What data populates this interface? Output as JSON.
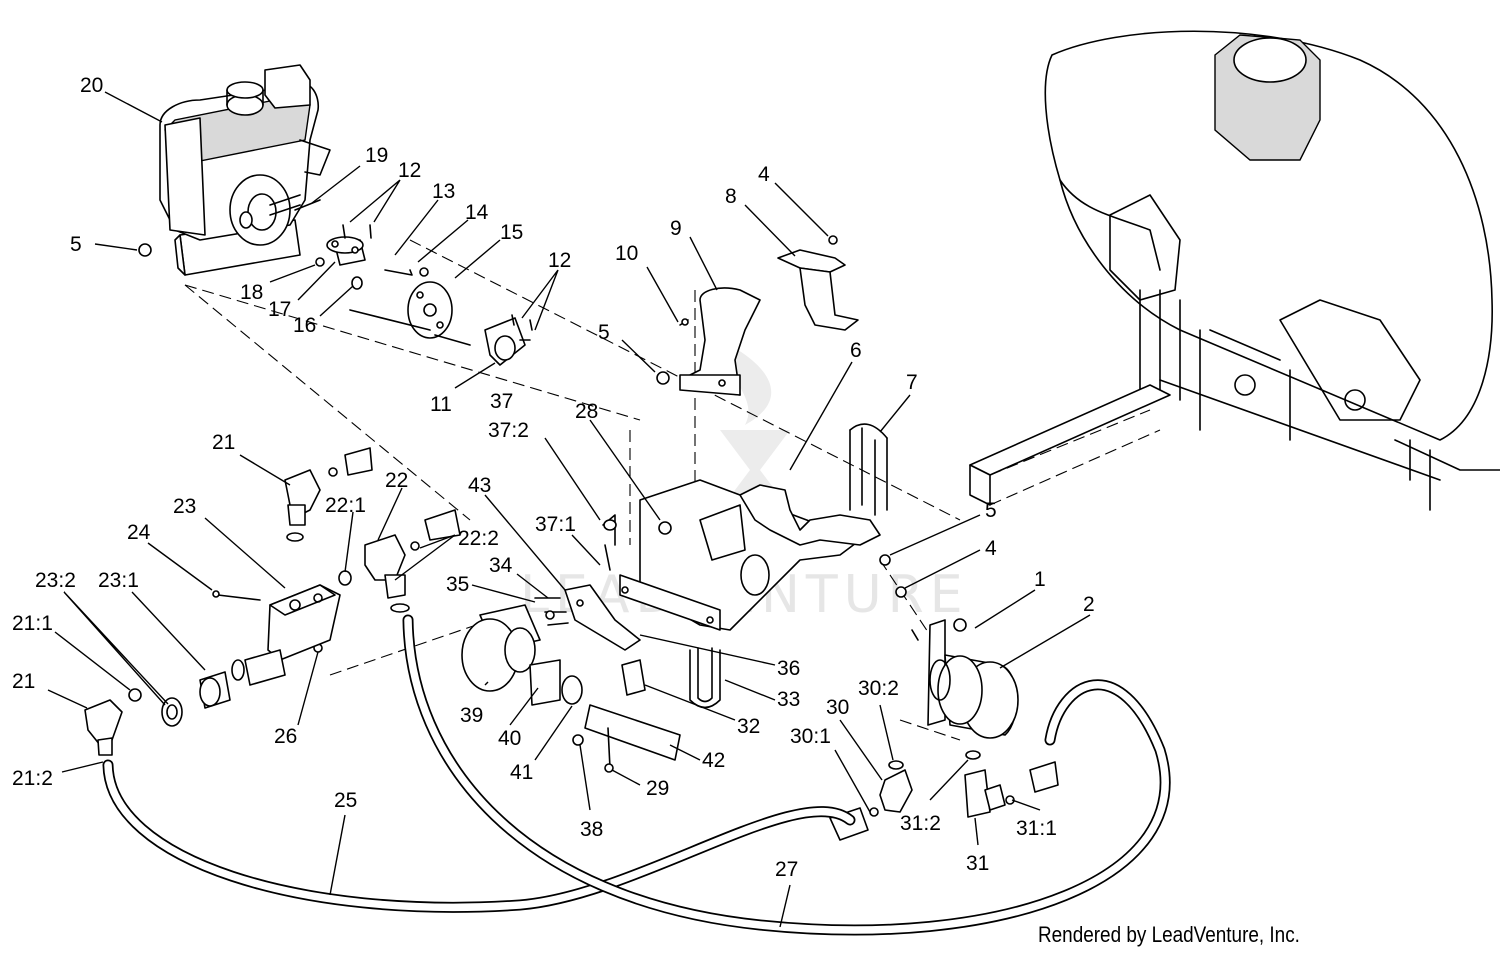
{
  "credit": "Rendered by LeadVenture, Inc.",
  "watermark": "LEADVENTURE",
  "callouts": [
    {
      "id": "20",
      "text": "20"
    },
    {
      "id": "19",
      "text": "19"
    },
    {
      "id": "12a",
      "text": "12"
    },
    {
      "id": "13",
      "text": "13"
    },
    {
      "id": "14",
      "text": "14"
    },
    {
      "id": "15",
      "text": "15"
    },
    {
      "id": "12b",
      "text": "12"
    },
    {
      "id": "5a",
      "text": "5"
    },
    {
      "id": "18",
      "text": "18"
    },
    {
      "id": "17",
      "text": "17"
    },
    {
      "id": "16",
      "text": "16"
    },
    {
      "id": "11",
      "text": "11"
    },
    {
      "id": "37",
      "text": "37"
    },
    {
      "id": "4a",
      "text": "4"
    },
    {
      "id": "8",
      "text": "8"
    },
    {
      "id": "9",
      "text": "9"
    },
    {
      "id": "10",
      "text": "10"
    },
    {
      "id": "5b",
      "text": "5"
    },
    {
      "id": "6",
      "text": "6"
    },
    {
      "id": "7",
      "text": "7"
    },
    {
      "id": "37-2",
      "text": "37:2"
    },
    {
      "id": "28",
      "text": "28"
    },
    {
      "id": "21a",
      "text": "21"
    },
    {
      "id": "22",
      "text": "22"
    },
    {
      "id": "43",
      "text": "43"
    },
    {
      "id": "22-1",
      "text": "22:1"
    },
    {
      "id": "23",
      "text": "23"
    },
    {
      "id": "37-1",
      "text": "37:1"
    },
    {
      "id": "22-2",
      "text": "22:2"
    },
    {
      "id": "24",
      "text": "24"
    },
    {
      "id": "5c",
      "text": "5"
    },
    {
      "id": "4b",
      "text": "4"
    },
    {
      "id": "34",
      "text": "34"
    },
    {
      "id": "35",
      "text": "35"
    },
    {
      "id": "23-2",
      "text": "23:2"
    },
    {
      "id": "23-1",
      "text": "23:1"
    },
    {
      "id": "1",
      "text": "1"
    },
    {
      "id": "2",
      "text": "2"
    },
    {
      "id": "21-1",
      "text": "21:1"
    },
    {
      "id": "36",
      "text": "36"
    },
    {
      "id": "33",
      "text": "33"
    },
    {
      "id": "21b",
      "text": "21"
    },
    {
      "id": "39",
      "text": "39"
    },
    {
      "id": "30-2",
      "text": "30:2"
    },
    {
      "id": "32",
      "text": "32"
    },
    {
      "id": "30",
      "text": "30"
    },
    {
      "id": "26",
      "text": "26"
    },
    {
      "id": "40",
      "text": "40"
    },
    {
      "id": "42",
      "text": "42"
    },
    {
      "id": "30-1",
      "text": "30:1"
    },
    {
      "id": "41",
      "text": "41"
    },
    {
      "id": "21-2",
      "text": "21:2"
    },
    {
      "id": "29",
      "text": "29"
    },
    {
      "id": "25",
      "text": "25"
    },
    {
      "id": "31-2",
      "text": "31:2"
    },
    {
      "id": "31-1",
      "text": "31:1"
    },
    {
      "id": "38",
      "text": "38"
    },
    {
      "id": "31",
      "text": "31"
    },
    {
      "id": "27",
      "text": "27"
    }
  ]
}
